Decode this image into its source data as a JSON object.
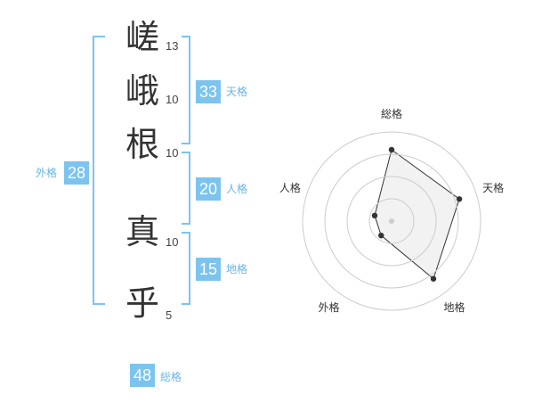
{
  "name_chars": [
    {
      "char": "嵯",
      "strokes": "13"
    },
    {
      "char": "峨",
      "strokes": "10"
    },
    {
      "char": "根",
      "strokes": "10"
    },
    {
      "char": "真",
      "strokes": "10"
    },
    {
      "char": "乎",
      "strokes": "5"
    }
  ],
  "fortune": {
    "tenkaku": {
      "value": "33",
      "label": "天格"
    },
    "jinkaku": {
      "value": "20",
      "label": "人格"
    },
    "chikaku": {
      "value": "15",
      "label": "地格"
    },
    "gaikaku": {
      "value": "28",
      "label": "外格"
    },
    "soukaku": {
      "value": "48",
      "label": "総格"
    }
  },
  "chart_data": {
    "type": "radar",
    "axes": [
      "総格",
      "天格",
      "地格",
      "外格",
      "人格"
    ],
    "values": [
      4,
      4,
      4,
      1,
      1
    ],
    "rmax": 5,
    "rings": 4,
    "colors": {
      "fill": "#f2f2f2",
      "stroke": "#333333",
      "grid": "#cccccc",
      "point": "#333333"
    }
  }
}
